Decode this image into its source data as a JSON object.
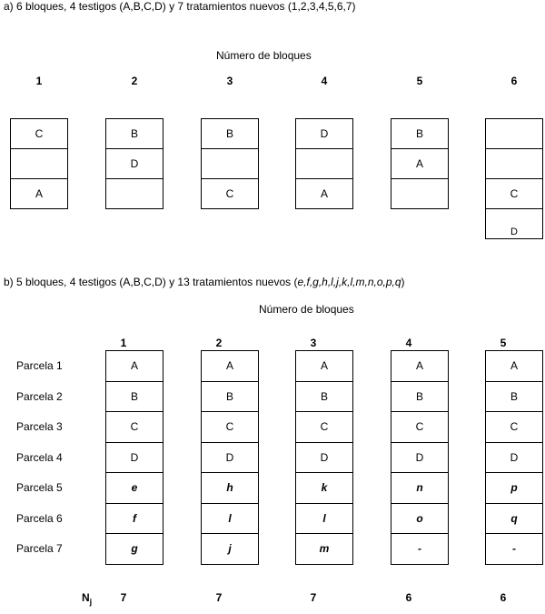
{
  "section_a": {
    "title": "a) 6 bloques, 4 testigos (A,B,C,D) y 7 tratamientos nuevos (1,2,3,4,5,6,7)",
    "header": "Número de bloques",
    "block_numbers": [
      "1",
      "2",
      "3",
      "4",
      "5",
      "6"
    ],
    "blocks": [
      [
        "C",
        "",
        "A"
      ],
      [
        "B",
        "D",
        ""
      ],
      [
        "B",
        "",
        "C"
      ],
      [
        "D",
        "",
        "A"
      ],
      [
        "B",
        "A",
        ""
      ],
      [
        "",
        "",
        "C",
        "D"
      ]
    ]
  },
  "section_b": {
    "title_prefix": "b) 5 bloques, 4 testigos (A,B,C,D) y 13 tratamientos nuevos (",
    "title_italic": "e,f,g,h,l,j,k,l,m,n,o,p,q",
    "title_suffix": ")",
    "header": "Número de bloques",
    "block_numbers": [
      "1",
      "2",
      "3",
      "4",
      "5"
    ],
    "parcel_labels": [
      "Parcela 1",
      "Parcela 2",
      "Parcela 3",
      "Parcela 4",
      "Parcela 5",
      "Parcela 6",
      "Parcela 7"
    ],
    "blocks": [
      [
        "A",
        "B",
        "C",
        "D",
        "e",
        "f",
        "g"
      ],
      [
        "A",
        "B",
        "C",
        "D",
        "h",
        "l",
        "j"
      ],
      [
        "A",
        "B",
        "C",
        "D",
        "k",
        "l",
        "m"
      ],
      [
        "A",
        "B",
        "C",
        "D",
        "n",
        "o",
        "-"
      ],
      [
        "A",
        "B",
        "C",
        "D",
        "p",
        "q",
        "-"
      ]
    ],
    "nj_label": "N",
    "nj_sub": "j",
    "nj_values": [
      "7",
      "7",
      "7",
      "6",
      "6"
    ]
  }
}
